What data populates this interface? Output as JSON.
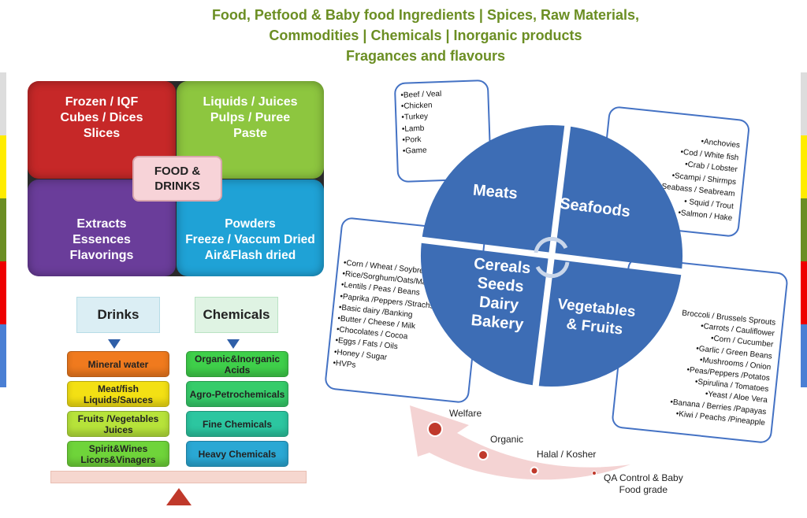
{
  "title_lines": [
    "Food, Petfood & Baby food Ingredients | Spices, Raw Materials,",
    "Commodities  |  Chemicals  |  Inorganic products",
    "Fragances and flavours"
  ],
  "quadrants": {
    "frozen": [
      "Frozen  /  IQF",
      "Cubes  /  Dices",
      "Slices"
    ],
    "liquids": [
      "Liquids  / Juices",
      "Pulps   / Puree",
      "Paste"
    ],
    "extracts": [
      "Extracts",
      "Essences",
      "Flavorings"
    ],
    "powders": [
      "Powders",
      "Freeze / Vaccum Dried",
      "Air&Flash dried"
    ],
    "center": [
      "FOOD &",
      "DRINKS"
    ]
  },
  "drinks": {
    "header": "Drinks",
    "items": [
      "Mineral water",
      "Meat/fish Liquids/Sauces",
      "Fruits /Vegetables Juices",
      "Spirit&Wines Licors&Vinagers"
    ]
  },
  "chemicals": {
    "header": "Chemicals",
    "items": [
      "Organic&Inorganic Acids",
      "Agro-Petrochemicals",
      "Fine Chemicals",
      "Heavy Chemicals"
    ]
  },
  "circle": {
    "meats": {
      "label": "Meats",
      "items": [
        "•Beef / Veal",
        "•Chicken",
        "•Turkey",
        "•Lamb",
        "•Pork",
        "•Game"
      ]
    },
    "seafoods": {
      "label": "Seafoods",
      "items": [
        "•Anchovies",
        "•Cod / White fish",
        "•Crab / Lobster",
        "•Scampi  / Shirmps",
        "•Seabass / Seabream",
        "• Squid / Trout",
        "•Salmon / Hake"
      ]
    },
    "cereals": {
      "label": [
        "Cereals",
        "Seeds",
        "Dairy",
        "Bakery"
      ],
      "items": [
        "•Corn / Wheat / Soybrean",
        "•Rice/Sorghum/Oats/Maiz",
        "•Lentils / Peas / Beans",
        "•Paprika /Peppers /Strachs",
        "•Basic dairy /Banking",
        "•Butter / Cheese / Milk",
        "•Chocolates / Cocoa",
        "•Eggs / Fats / Oils",
        "•Honey / Sugar",
        "•HVPs"
      ]
    },
    "vegetables": {
      "label": [
        "Vegetables",
        "& Fruits"
      ],
      "items": [
        "Broccoli / Brussels Sprouts",
        "•Carrots / Cauliflower",
        "•Corn / Cucumber",
        "•Garlic / Green Beans",
        "•Mushrooms / Onion",
        "•Peas/Peppers /Potatos",
        "•Spirulina / Tomatoes",
        "•Yeast / Aloe Vera",
        "•Banana / Berries /Papayas",
        "•Kiwi / Peachs /Pineapple"
      ]
    }
  },
  "quality_steps": [
    "Welfare",
    "Organic",
    "Halal / Kosher",
    "QA Control & Baby",
    "Food grade"
  ],
  "colors": {
    "title": "#6b8e23",
    "circle": "#3d6db5",
    "frozen": "#c62828",
    "liquids": "#8dc63f",
    "extracts": "#6a3d9a",
    "powders": "#1fa2d6"
  }
}
